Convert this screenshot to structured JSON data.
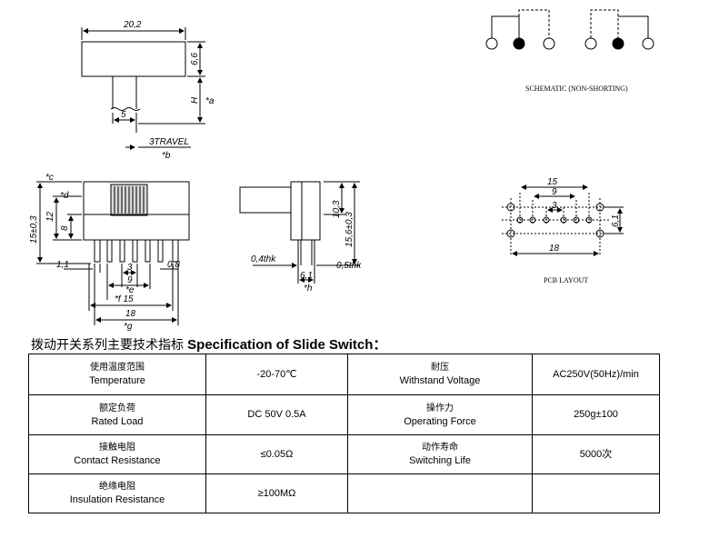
{
  "drawings": {
    "top_view": {
      "width": "20,2",
      "thickness": "6,6",
      "height_label": "H",
      "a": "*a",
      "stem": "5",
      "travel": "3TRAVEL",
      "b": "*b"
    },
    "schematic": {
      "caption": "SCHEMATIC (NON-SHORTING)"
    },
    "front_view": {
      "c": "*c",
      "d": "*d",
      "h15": "15±0,3",
      "h12": "12",
      "h8": "8",
      "p11": "1,1",
      "p3": "3",
      "p08": "0,8",
      "p9": "9",
      "e": "*e",
      "f": "*f 15",
      "p18": "18",
      "g": "*g"
    },
    "side_view": {
      "h103": "10,3",
      "h156": "15,6±0,3",
      "t04": "0,4thk",
      "t05": "0,5thk",
      "p61": "6,1",
      "h": "*h"
    },
    "pcb": {
      "p15": "15",
      "p9": "9",
      "p3": "3",
      "p61": "6,1",
      "p18": "18",
      "caption": "PCB LAYOUT"
    }
  },
  "title": {
    "cn": "拨动开关系列主要技术指标",
    "en": "Specification of Slide Switch",
    "colon": "："
  },
  "table": [
    {
      "l1_cn": "使用温度范围",
      "l1_en": "Temperature",
      "v1": "-20-70℃",
      "l2_cn": "耐压",
      "l2_en": "Withstand Voltage",
      "v2": "AC250V(50Hz)/min"
    },
    {
      "l1_cn": "额定负荷",
      "l1_en": "Rated Load",
      "v1": "DC 50V 0.5A",
      "l2_cn": "操作力",
      "l2_en": "Operating Force",
      "v2": "250g±100"
    },
    {
      "l1_cn": "接触电阻",
      "l1_en": "Contact  Resistance",
      "v1": "≤0.05Ω",
      "l2_cn": "动作寿命",
      "l2_en": "Switching Life",
      "v2": "5000次"
    },
    {
      "l1_cn": "绝缘电阻",
      "l1_en": "Insulation Resistance",
      "v1": "≥100MΩ",
      "l2_cn": "",
      "l2_en": "",
      "v2": ""
    }
  ]
}
